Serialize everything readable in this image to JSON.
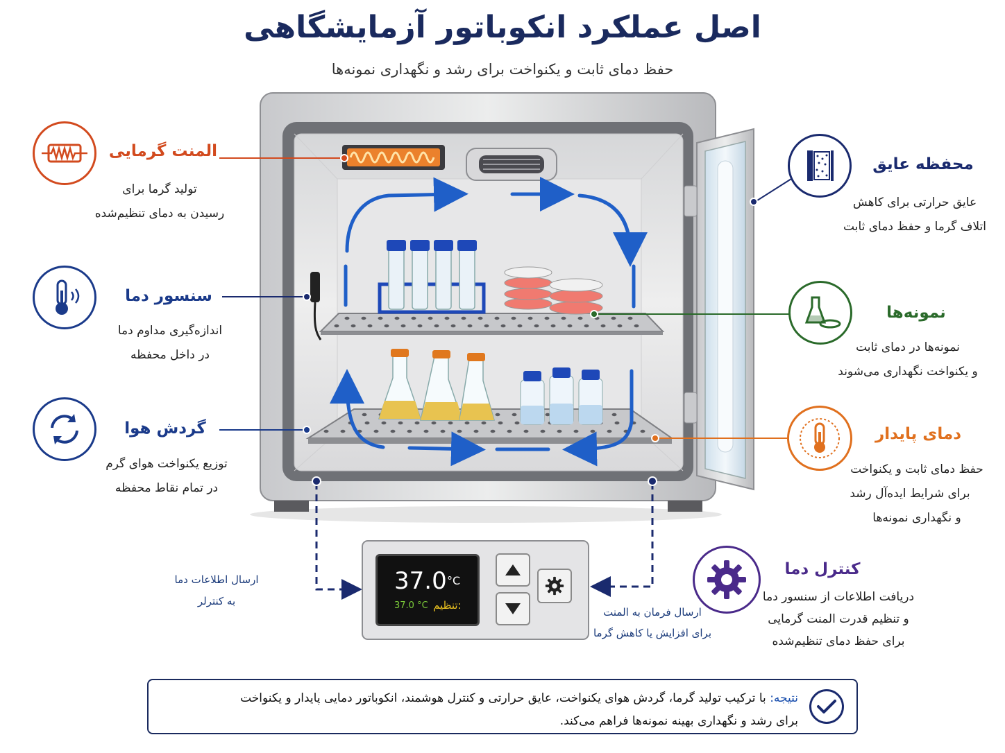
{
  "title": "اصل عملکرد انکوباتور آزمایشگاهی",
  "subtitle": "حفظ دمای ثابت و یکنواخت برای رشد و نگهداری نمونه‌ها",
  "labels": {
    "heater": {
      "title": "المنت گرمایی",
      "desc1": "تولید گرما برای",
      "desc2": "رسیدن به دمای تنظیم‌شده",
      "color": "#d24a1e"
    },
    "sensor": {
      "title": "سنسور دما",
      "desc1": "اندازه‌گیری مداوم دما",
      "desc2": "در داخل محفظه",
      "color": "#1a3a8a"
    },
    "airflow": {
      "title": "گردش هوا",
      "desc1": "توزیع یکنواخت هوای گرم",
      "desc2": "در تمام نقاط محفظه",
      "color": "#1a3a8a"
    },
    "insulation": {
      "title": "محفظه عایق",
      "desc1": "عایق حرارتی برای کاهش",
      "desc2": "اتلاف گرما و حفظ دمای ثابت",
      "color": "#1a2a6e"
    },
    "samples": {
      "title": "نمونه‌ها",
      "desc1": "نمونه‌ها در دمای ثابت",
      "desc2": "و یکنواخت نگهداری می‌شوند",
      "color": "#2a6a2a"
    },
    "stable": {
      "title": "دمای پایدار",
      "desc1": "حفظ دمای ثابت و یکنواخت",
      "desc2": "برای شرایط ایده‌آل رشد",
      "desc3": "و نگهداری نمونه‌ها",
      "color": "#e0701e"
    },
    "control": {
      "title": "کنترل دما",
      "desc1": "دریافت اطلاعات از سنسور دما",
      "desc2": "و تنظیم قدرت المنت گرمایی",
      "desc3": "برای حفظ دمای تنظیم‌شده",
      "color": "#4a2a8a"
    }
  },
  "notes": {
    "send_info1": "ارسال اطلاعات دما",
    "send_info2": "به کنترلر",
    "command1": "ارسال فرمان به المنت",
    "command2": "برای افزایش یا کاهش گرما"
  },
  "display": {
    "temperature": "37.0",
    "unit": "°C",
    "setpoint_label": "تنظیم:",
    "setpoint_value": "37.0 °C"
  },
  "conclusion": {
    "label": "نتیجه:",
    "line1": "با ترکیب تولید گرما، گردش هوای یکنواخت، عایق حرارتی و کنترل هوشمند، انکوباتور دمایی پایدار و یکنواخت",
    "line2": "برای رشد و نگهداری بهینه نمونه‌ها فراهم می‌کند."
  },
  "icons": [
    "heater-coil-icon",
    "thermometer-icon",
    "recycle-arrows-icon",
    "insulation-icon",
    "flask-dish-icon",
    "thermometer-icon",
    "gear-icon",
    "checkmark-icon",
    "arrow-up-icon",
    "arrow-down-icon"
  ]
}
